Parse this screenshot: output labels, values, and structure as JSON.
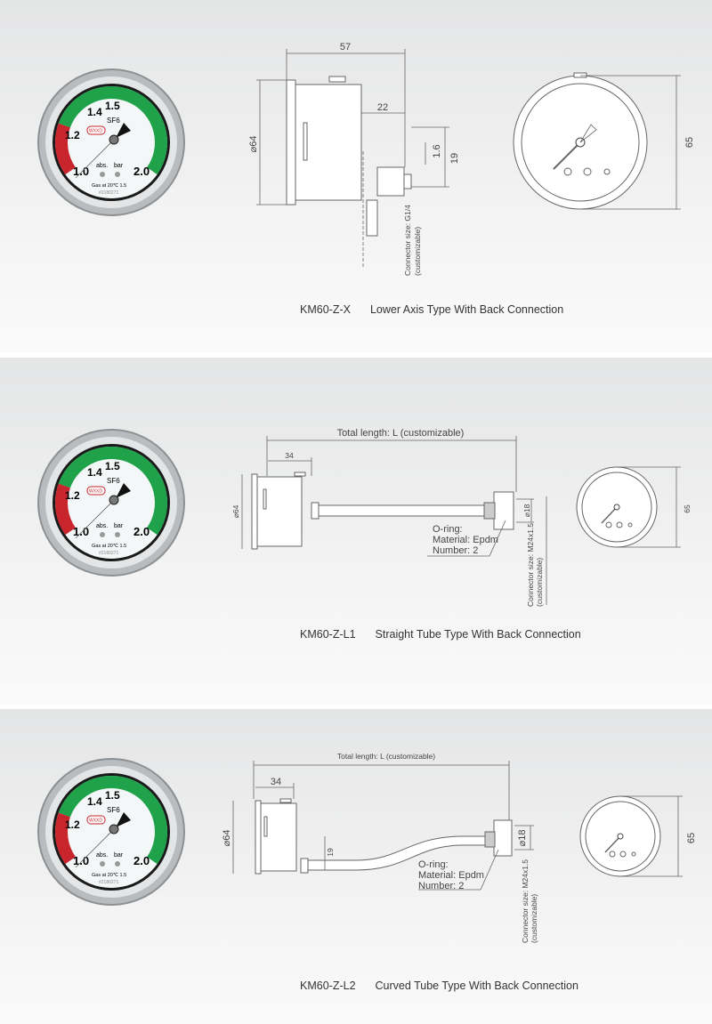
{
  "gauge": {
    "ticks": [
      "1.0",
      "1.2",
      "1.4",
      "1.5",
      "2.0"
    ],
    "gas": "SF6",
    "brand": "WXXD",
    "unit_left": "abs.",
    "unit_right": "bar",
    "note": "Gas at 20℃ 1.5",
    "serial": "#2180271",
    "colors": {
      "red": "#c8252c",
      "green": "#1fa24a"
    }
  },
  "sections": [
    {
      "model": "KM60-Z-X",
      "title": "Lower Axis Type With Back Connection",
      "dims": {
        "width": "57",
        "diameter": "⌀64",
        "depth": "22",
        "tip": "1.6",
        "height": "19",
        "front": "65"
      },
      "connector": "Connector size: G1/4",
      "connector_note": "(customizable)"
    },
    {
      "model": "KM60-Z-L1",
      "title": "Straight Tube Type With Back Connection",
      "dims": {
        "total": "Total length: L (customizable)",
        "width": "34",
        "diameter": "⌀64",
        "nut": "⌀18",
        "front": "65"
      },
      "oring": [
        "O-ring:",
        "Material: Epdm",
        "Number: 2"
      ],
      "connector": "Connector size: M24x1.5",
      "connector_note": "(customizable)"
    },
    {
      "model": "KM60-Z-L2",
      "title": "Curved Tube Type With Back Connection",
      "dims": {
        "total": "Total length: L (customizable)",
        "width": "34",
        "diameter": "⌀64",
        "offset": "19",
        "nut": "⌀18",
        "front": "65"
      },
      "oring": [
        "O-ring:",
        "Material: Epdm",
        "Number: 2"
      ],
      "connector": "Connector size: M24x1.5",
      "connector_note": "(customizable)"
    }
  ]
}
